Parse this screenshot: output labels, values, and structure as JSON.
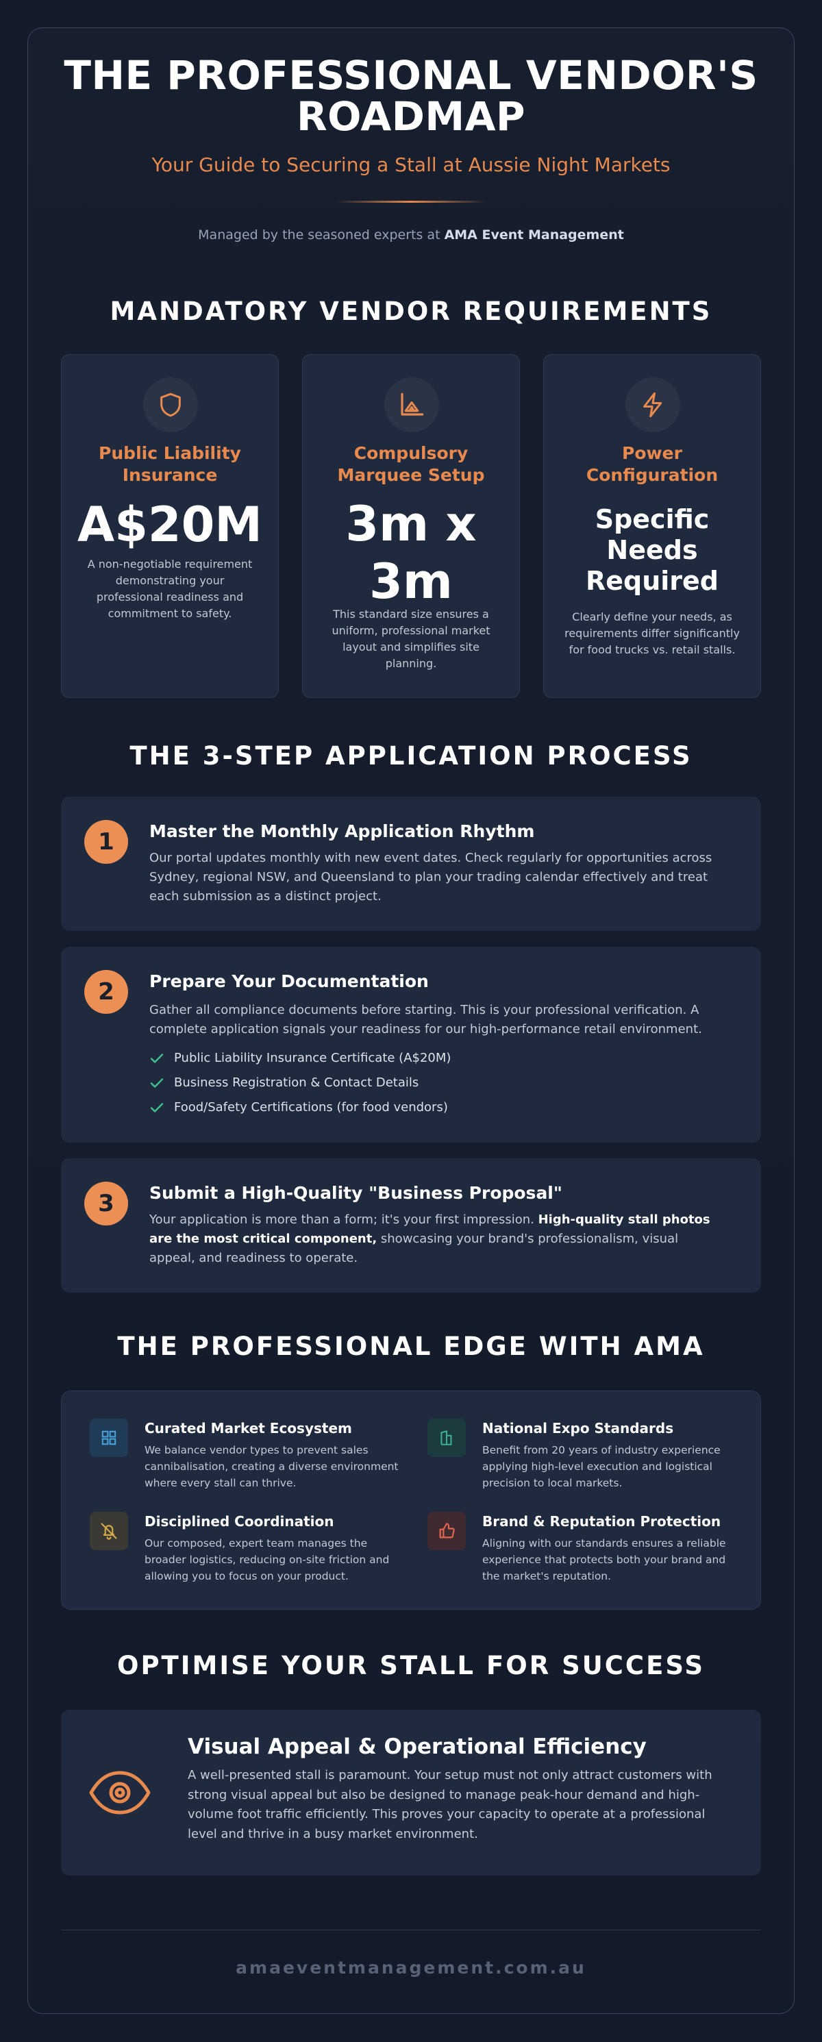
{
  "header": {
    "title_line1": "THE PROFESSIONAL VENDOR'S",
    "title_line2": "ROADMAP",
    "subtitle": "Your Guide to Securing a Stall at Aussie Night Markets",
    "managed_prefix": "Managed by the seasoned experts at ",
    "managed_company": "AMA Event Management"
  },
  "requirements": {
    "heading": "MANDATORY VENDOR REQUIREMENTS",
    "cards": [
      {
        "icon": "shield-icon",
        "title": "Public Liability Insurance",
        "value": "A$20M",
        "description": "A non-negotiable requirement demonstrating your professional readiness and commitment to safety."
      },
      {
        "icon": "tent-icon",
        "title": "Compulsory Marquee Setup",
        "value": "3m x 3m",
        "description": "This standard size ensures a uniform, professional market layout and simplifies site planning."
      },
      {
        "icon": "lightning-icon",
        "title": "Power Configuration",
        "value": "Specific Needs Required",
        "description": "Clearly define your needs, as requirements differ significantly for food trucks vs. retail stalls."
      }
    ]
  },
  "process": {
    "heading": "THE 3-STEP APPLICATION PROCESS",
    "steps": [
      {
        "number": "1",
        "title": "Master the Monthly Application Rhythm",
        "text": "Our portal updates monthly with new event dates. Check regularly for opportunities across Sydney, regional NSW, and Queensland to plan your trading calendar effectively and treat each submission as a distinct project."
      },
      {
        "number": "2",
        "title": "Prepare Your Documentation",
        "text": "Gather all compliance documents before starting. This is your professional verification. A complete application signals your readiness for our high-performance retail environment.",
        "checklist": [
          "Public Liability Insurance Certificate (A$20M)",
          "Business Registration & Contact Details",
          "Food/Safety Certifications (for food vendors)"
        ]
      },
      {
        "number": "3",
        "title": "Submit a High-Quality \"Business Proposal\"",
        "text_before": "Your application is more than a form; it's your first impression. ",
        "text_bold": "High-quality stall photos are the most critical component,",
        "text_after": " showcasing your brand's professionalism, visual appeal, and readiness to operate."
      }
    ]
  },
  "edge": {
    "heading": "THE PROFESSIONAL EDGE WITH AMA",
    "items": [
      {
        "icon": "grid-icon",
        "title": "Curated Market Ecosystem",
        "text": "We balance vendor types to prevent sales cannibalisation, creating a diverse environment where every stall can thrive.",
        "color": "#4aa3d8"
      },
      {
        "icon": "building-icon",
        "title": "National Expo Standards",
        "text": "Benefit from 20 years of industry experience applying high-level execution and logistical precision to local markets.",
        "color": "#3fae96"
      },
      {
        "icon": "bell-off-icon",
        "title": "Disciplined Coordination",
        "text": "Our composed, expert team manages the broader logistics, reducing on-site friction and allowing you to focus on your product.",
        "color": "#d1a84a"
      },
      {
        "icon": "thumbs-up-icon",
        "title": "Brand & Reputation Protection",
        "text": "Aligning with our standards ensures a reliable experience that protects both your brand and the market's reputation.",
        "color": "#e0654f"
      }
    ]
  },
  "optimise": {
    "heading": "OPTIMISE YOUR STALL FOR SUCCESS",
    "icon": "eye-icon",
    "title": "Visual Appeal & Operational Efficiency",
    "text": "A well-presented stall is paramount. Your setup must not only attract customers with strong visual appeal but also be designed to manage peak-hour demand and high-volume foot traffic efficiently. This proves your capacity to operate at a professional level and thrive in a busy market environment."
  },
  "footer": {
    "url": "amaeventmanagement.com.au"
  },
  "colors": {
    "accent": "#e8894d",
    "background": "#151b2a",
    "card": "#1f2a3e",
    "check": "#3fbf8f"
  }
}
